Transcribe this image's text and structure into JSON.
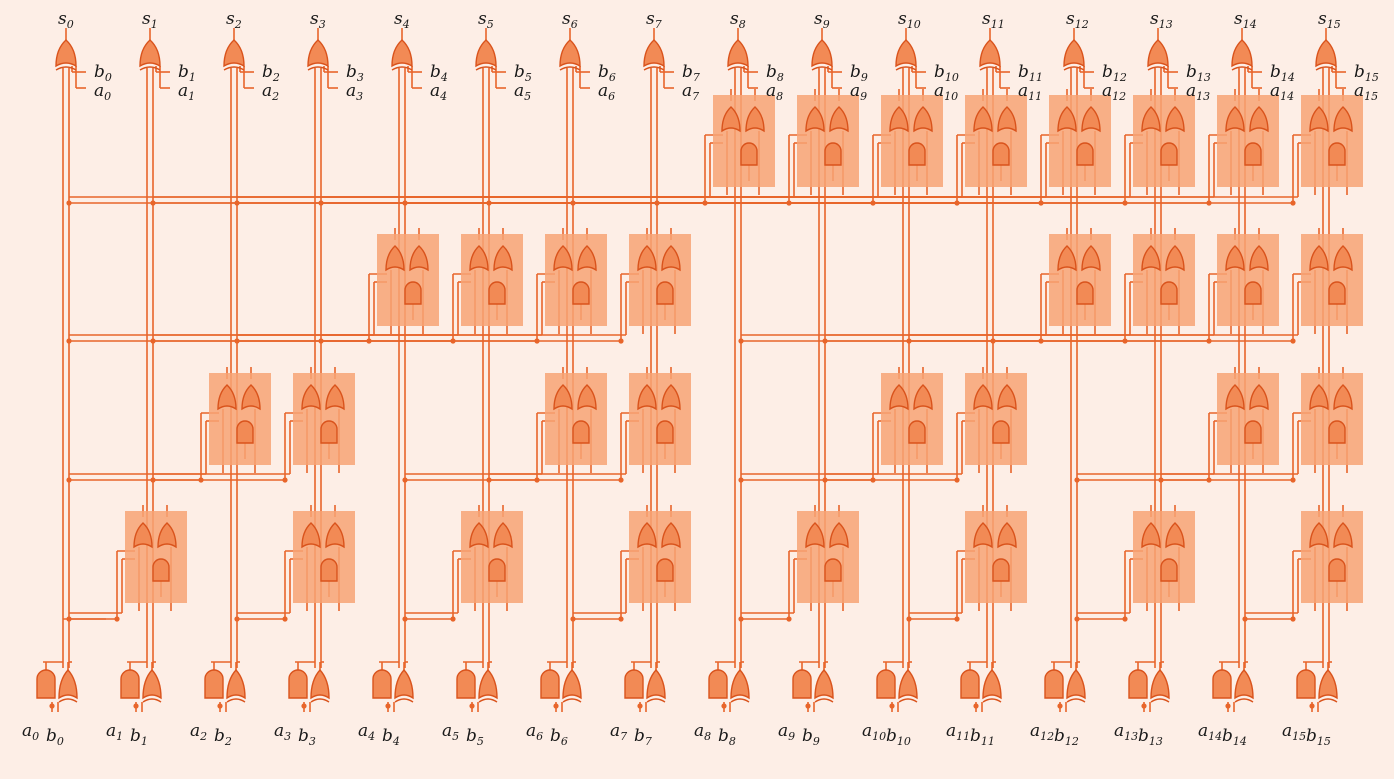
{
  "colors": {
    "background": "#fdeee6",
    "wire": "#e8652a",
    "block_fill": "#f7a374",
    "gate_fill": "#f28a55",
    "gate_stroke": "#d9531c",
    "text": "#1a1a1a"
  },
  "outputs": [
    {
      "base": "s",
      "sub": "0"
    },
    {
      "base": "s",
      "sub": "1"
    },
    {
      "base": "s",
      "sub": "2"
    },
    {
      "base": "s",
      "sub": "3"
    },
    {
      "base": "s",
      "sub": "4"
    },
    {
      "base": "s",
      "sub": "5"
    },
    {
      "base": "s",
      "sub": "6"
    },
    {
      "base": "s",
      "sub": "7"
    },
    {
      "base": "s",
      "sub": "8"
    },
    {
      "base": "s",
      "sub": "9"
    },
    {
      "base": "s",
      "sub": "10"
    },
    {
      "base": "s",
      "sub": "11"
    },
    {
      "base": "s",
      "sub": "12"
    },
    {
      "base": "s",
      "sub": "13"
    },
    {
      "base": "s",
      "sub": "14"
    },
    {
      "base": "s",
      "sub": "15"
    }
  ],
  "top_inputs": [
    {
      "b": {
        "base": "b",
        "sub": "0"
      },
      "a": {
        "base": "a",
        "sub": "0"
      }
    },
    {
      "b": {
        "base": "b",
        "sub": "1"
      },
      "a": {
        "base": "a",
        "sub": "1"
      }
    },
    {
      "b": {
        "base": "b",
        "sub": "2"
      },
      "a": {
        "base": "a",
        "sub": "2"
      }
    },
    {
      "b": {
        "base": "b",
        "sub": "3"
      },
      "a": {
        "base": "a",
        "sub": "3"
      }
    },
    {
      "b": {
        "base": "b",
        "sub": "4"
      },
      "a": {
        "base": "a",
        "sub": "4"
      }
    },
    {
      "b": {
        "base": "b",
        "sub": "5"
      },
      "a": {
        "base": "a",
        "sub": "5"
      }
    },
    {
      "b": {
        "base": "b",
        "sub": "6"
      },
      "a": {
        "base": "a",
        "sub": "6"
      }
    },
    {
      "b": {
        "base": "b",
        "sub": "7"
      },
      "a": {
        "base": "a",
        "sub": "7"
      }
    },
    {
      "b": {
        "base": "b",
        "sub": "8"
      },
      "a": {
        "base": "a",
        "sub": "8"
      }
    },
    {
      "b": {
        "base": "b",
        "sub": "9"
      },
      "a": {
        "base": "a",
        "sub": "9"
      }
    },
    {
      "b": {
        "base": "b",
        "sub": "10"
      },
      "a": {
        "base": "a",
        "sub": "10"
      }
    },
    {
      "b": {
        "base": "b",
        "sub": "11"
      },
      "a": {
        "base": "a",
        "sub": "11"
      }
    },
    {
      "b": {
        "base": "b",
        "sub": "12"
      },
      "a": {
        "base": "a",
        "sub": "12"
      }
    },
    {
      "b": {
        "base": "b",
        "sub": "13"
      },
      "a": {
        "base": "a",
        "sub": "13"
      }
    },
    {
      "b": {
        "base": "b",
        "sub": "14"
      },
      "a": {
        "base": "a",
        "sub": "14"
      }
    },
    {
      "b": {
        "base": "b",
        "sub": "15"
      },
      "a": {
        "base": "a",
        "sub": "15"
      }
    }
  ],
  "bottom_inputs": [
    {
      "a": {
        "base": "a",
        "sub": "0"
      },
      "b": {
        "base": "b",
        "sub": "0"
      }
    },
    {
      "a": {
        "base": "a",
        "sub": "1"
      },
      "b": {
        "base": "b",
        "sub": "1"
      }
    },
    {
      "a": {
        "base": "a",
        "sub": "2"
      },
      "b": {
        "base": "b",
        "sub": "2"
      }
    },
    {
      "a": {
        "base": "a",
        "sub": "3"
      },
      "b": {
        "base": "b",
        "sub": "3"
      }
    },
    {
      "a": {
        "base": "a",
        "sub": "4"
      },
      "b": {
        "base": "b",
        "sub": "4"
      }
    },
    {
      "a": {
        "base": "a",
        "sub": "5"
      },
      "b": {
        "base": "b",
        "sub": "5"
      }
    },
    {
      "a": {
        "base": "a",
        "sub": "6"
      },
      "b": {
        "base": "b",
        "sub": "6"
      }
    },
    {
      "a": {
        "base": "a",
        "sub": "7"
      },
      "b": {
        "base": "b",
        "sub": "7"
      }
    },
    {
      "a": {
        "base": "a",
        "sub": "8"
      },
      "b": {
        "base": "b",
        "sub": "8"
      }
    },
    {
      "a": {
        "base": "a",
        "sub": "9"
      },
      "b": {
        "base": "b",
        "sub": "9"
      }
    },
    {
      "a": {
        "base": "a",
        "sub": "10"
      },
      "b": {
        "base": "b",
        "sub": "10"
      }
    },
    {
      "a": {
        "base": "a",
        "sub": "11"
      },
      "b": {
        "base": "b",
        "sub": "11"
      }
    },
    {
      "a": {
        "base": "a",
        "sub": "12"
      },
      "b": {
        "base": "b",
        "sub": "12"
      }
    },
    {
      "a": {
        "base": "a",
        "sub": "13"
      },
      "b": {
        "base": "b",
        "sub": "13"
      }
    },
    {
      "a": {
        "base": "a",
        "sub": "14"
      },
      "b": {
        "base": "b",
        "sub": "14"
      }
    },
    {
      "a": {
        "base": "a",
        "sub": "15"
      },
      "b": {
        "base": "b",
        "sub": "15"
      }
    }
  ],
  "bit_count": 16,
  "prefix_levels": [
    {
      "level": 1,
      "columns": [
        1,
        3,
        5,
        7,
        9,
        11,
        13,
        15
      ]
    },
    {
      "level": 2,
      "columns": [
        2,
        3,
        6,
        7,
        10,
        11,
        14,
        15
      ]
    },
    {
      "level": 3,
      "columns": [
        4,
        5,
        6,
        7,
        12,
        13,
        14,
        15
      ]
    },
    {
      "level": 4,
      "columns": [
        8,
        9,
        10,
        11,
        12,
        13,
        14,
        15
      ]
    }
  ]
}
